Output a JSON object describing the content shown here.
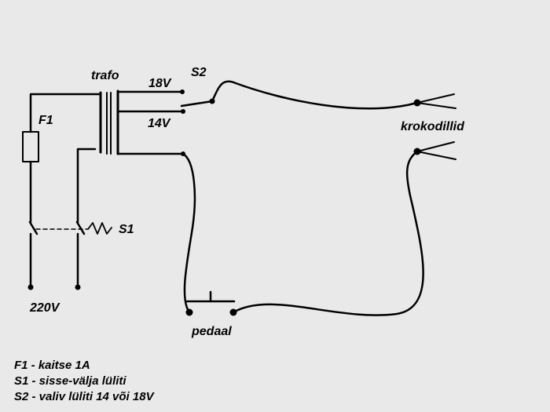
{
  "labels": {
    "trafo": "trafo",
    "v18": "18V",
    "v14": "14V",
    "s2": "S2",
    "f1": "F1",
    "s1": "S1",
    "v220": "220V",
    "pedaal": "pedaal",
    "krokodillid": "krokodillid"
  },
  "legend": [
    "F1 - kaitse 1A",
    "S1 - sisse-välja lüliti",
    "S2 - valiv lüliti 14 või 18V"
  ],
  "colors": {
    "background": "#e9e9e9",
    "wire": "#000000"
  }
}
